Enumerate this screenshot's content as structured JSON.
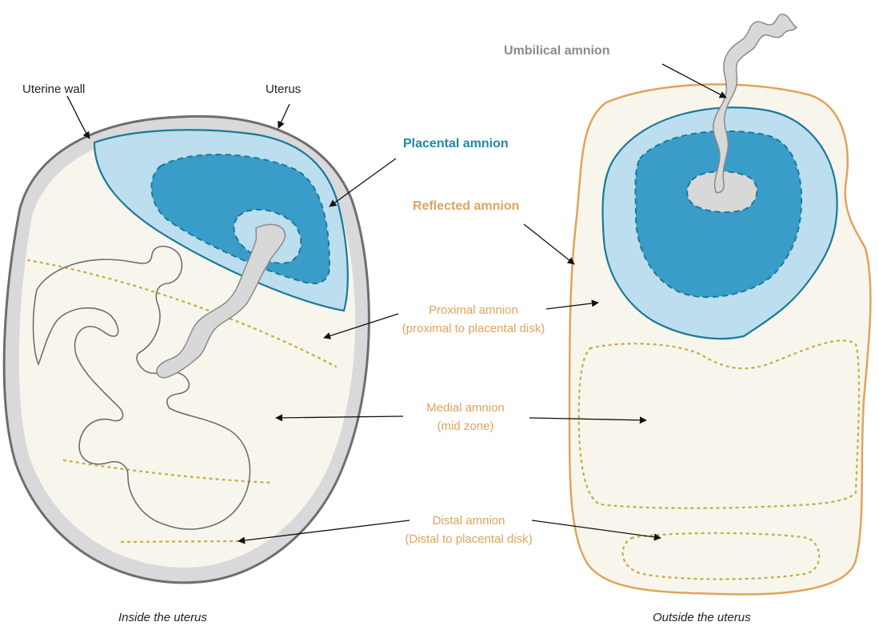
{
  "labels": {
    "uterine_wall": "Uterine wall",
    "uterus": "Uterus",
    "umbilical_amnion": "Umbilical amnion",
    "placental_amnion": "Placental amnion",
    "reflected_amnion": "Reflected amnion",
    "proximal_amnion": "Proximal amnion",
    "proximal_amnion_sub": "(proximal to placental disk)",
    "medial_amnion": "Medial amnion",
    "medial_amnion_sub": "(mid zone)",
    "distal_amnion": "Distal amnion",
    "distal_amnion_sub": "(Distal to placental disk)",
    "caption_left": "Inside the uterus",
    "caption_right": "Outside the uterus"
  },
  "colors": {
    "uterine_wall_fill": "#D9D9DB",
    "uterine_wall_stroke": "#6E6E70",
    "amniotic_fill": "#F8F6EC",
    "placental_light": "#BCDEEE",
    "placental_dark": "#3A9CC8",
    "placental_stroke": "#1A7A96",
    "reflected_stroke": "#E0A35C",
    "zone_dotted": "#C8B04A",
    "label_blue": "#1E88A8",
    "label_orange": "#E0A35C",
    "label_gray": "#8A8A8A",
    "cord_fill": "#D8D8D8",
    "cord_stroke": "#8A8A8A",
    "text": "#222222",
    "arrow": "#111111"
  }
}
